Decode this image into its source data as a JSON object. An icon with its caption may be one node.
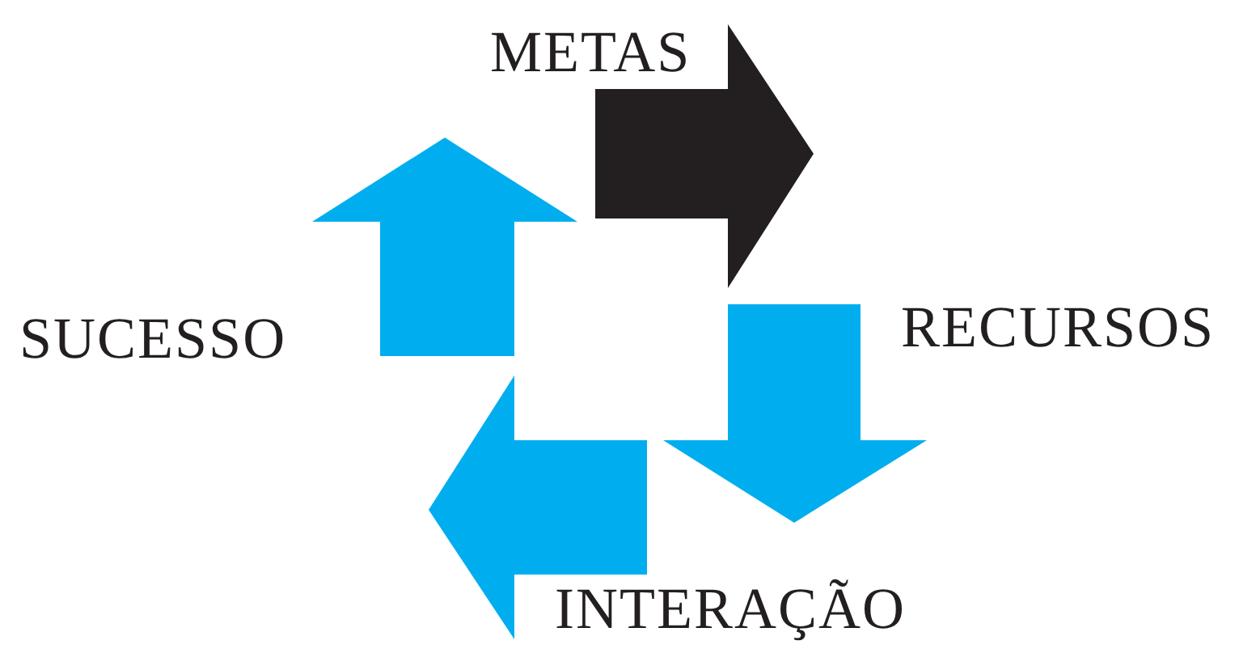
{
  "diagram": {
    "labels": [
      "METAS",
      "SUCESSO",
      "RECURSOS",
      "INTERAÇÃO"
    ]
  }
}
